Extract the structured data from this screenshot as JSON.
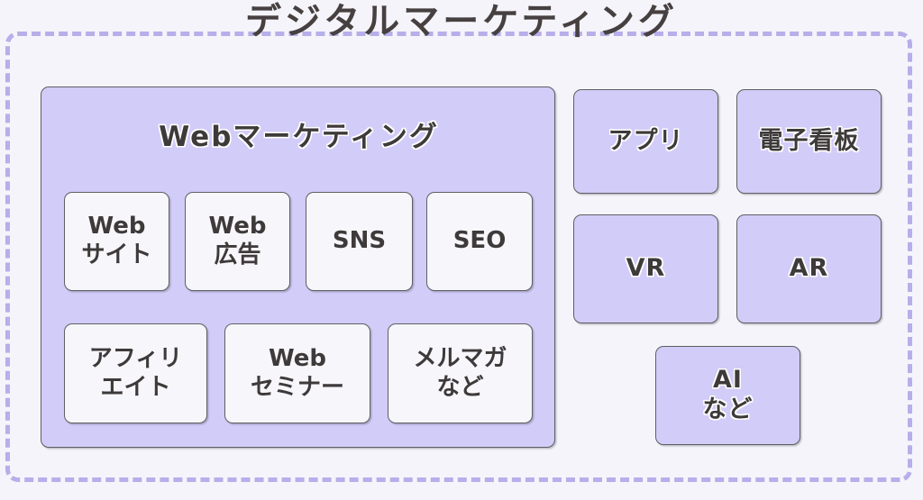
{
  "title": "デジタルマーケティング",
  "colors": {
    "background": "#f5f4fa",
    "panel_fill": "#d2ccf8",
    "card_fill": "#f7f6fb",
    "border": "#5f5f63",
    "dashed_frame": "#b7aeea",
    "text": "#3e3a3a",
    "title_text": "#474040"
  },
  "groups": {
    "web_marketing": {
      "heading": "Webマーケティング",
      "items": [
        {
          "label": "Web\nサイト",
          "name": "website"
        },
        {
          "label": "Web\n広告",
          "name": "web-ad"
        },
        {
          "label": "SNS",
          "name": "sns"
        },
        {
          "label": "SEO",
          "name": "seo"
        },
        {
          "label": "アフィリ\nエイト",
          "name": "affiliate"
        },
        {
          "label": "Web\nセミナー",
          "name": "webinar"
        },
        {
          "label": "メルマガ\nなど",
          "name": "mail-magazine"
        }
      ]
    },
    "other_channels": {
      "items": [
        {
          "label": "アプリ",
          "name": "app"
        },
        {
          "label": "電子看板",
          "name": "digital-signage"
        },
        {
          "label": "VR",
          "name": "vr"
        },
        {
          "label": "AR",
          "name": "ar"
        },
        {
          "label": "AI\nなど",
          "name": "ai"
        }
      ]
    }
  }
}
